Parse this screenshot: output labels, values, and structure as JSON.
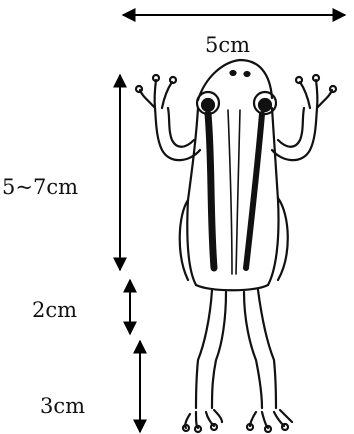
{
  "dimensions": {
    "width_label": "5cm",
    "body_label": "5~7cm",
    "thigh_label": "2cm",
    "shin_label": "3cm"
  },
  "colors": {
    "ink": "#111111",
    "background": "#ffffff"
  }
}
